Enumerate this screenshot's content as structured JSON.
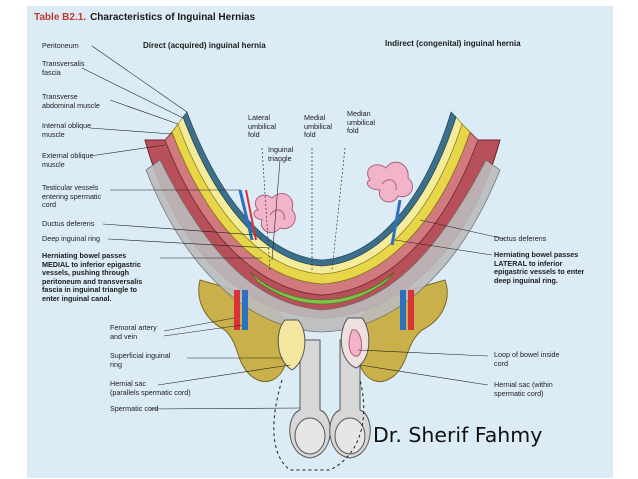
{
  "title": {
    "number": "Table B2.1.",
    "text": "Characteristics of Inguinal Hernias"
  },
  "headers": {
    "direct": "Direct (acquired) inguinal hernia",
    "indirect": "Indirect (congenital) inguinal hernia"
  },
  "left_labels": {
    "peritoneum": "Peritoneum",
    "transversalis_fascia": "Transversalis\nfascia",
    "transverse_abdominal": "Transverse\nabdominal muscle",
    "internal_oblique": "Internal oblique\nmuscle",
    "external_oblique": "External oblique\nmuscle",
    "testicular_vessels": "Testicular vessels\nentering spermatic\ncord",
    "ductus_deferens": "Ductus deferens",
    "deep_ring": "Deep inguinal ring",
    "direct_desc": "Herniating bowel passes\nMEDIAL to inferior epigastric\nvessels, pushing through\nperitoneum and transversalis\nfascia in inguinal triangle to\nenter inguinal canal."
  },
  "center_labels": {
    "lateral_fold": "Lateral\numbilical\nfold",
    "medial_fold": "Medial\numbilical\nfold",
    "median_fold": "Median\numbilical\nfold",
    "inguinal_triangle": "Inguinal\ntriangle"
  },
  "lower_left_labels": {
    "femoral": "Femoral artery\nand vein",
    "superficial_ring": "Superficial inguinal\nring",
    "hernial_sac_left": "Hernial sac\n(parallels spermatic cord)",
    "spermatic_cord": "Spermatic cord"
  },
  "right_labels": {
    "ductus_deferens": "Ductus deferens",
    "indirect_desc": "Herniating bowel passes\nLATERAL to inferior\nepigastric vessels to enter\ndeep inguinal ring.",
    "loop_of_bowel": "Loop of bowel inside\ncord",
    "hernial_sac_right": "Hernial sac (within\nspermatic cord)"
  },
  "watermark": "Dr. Sherif Fahmy"
}
